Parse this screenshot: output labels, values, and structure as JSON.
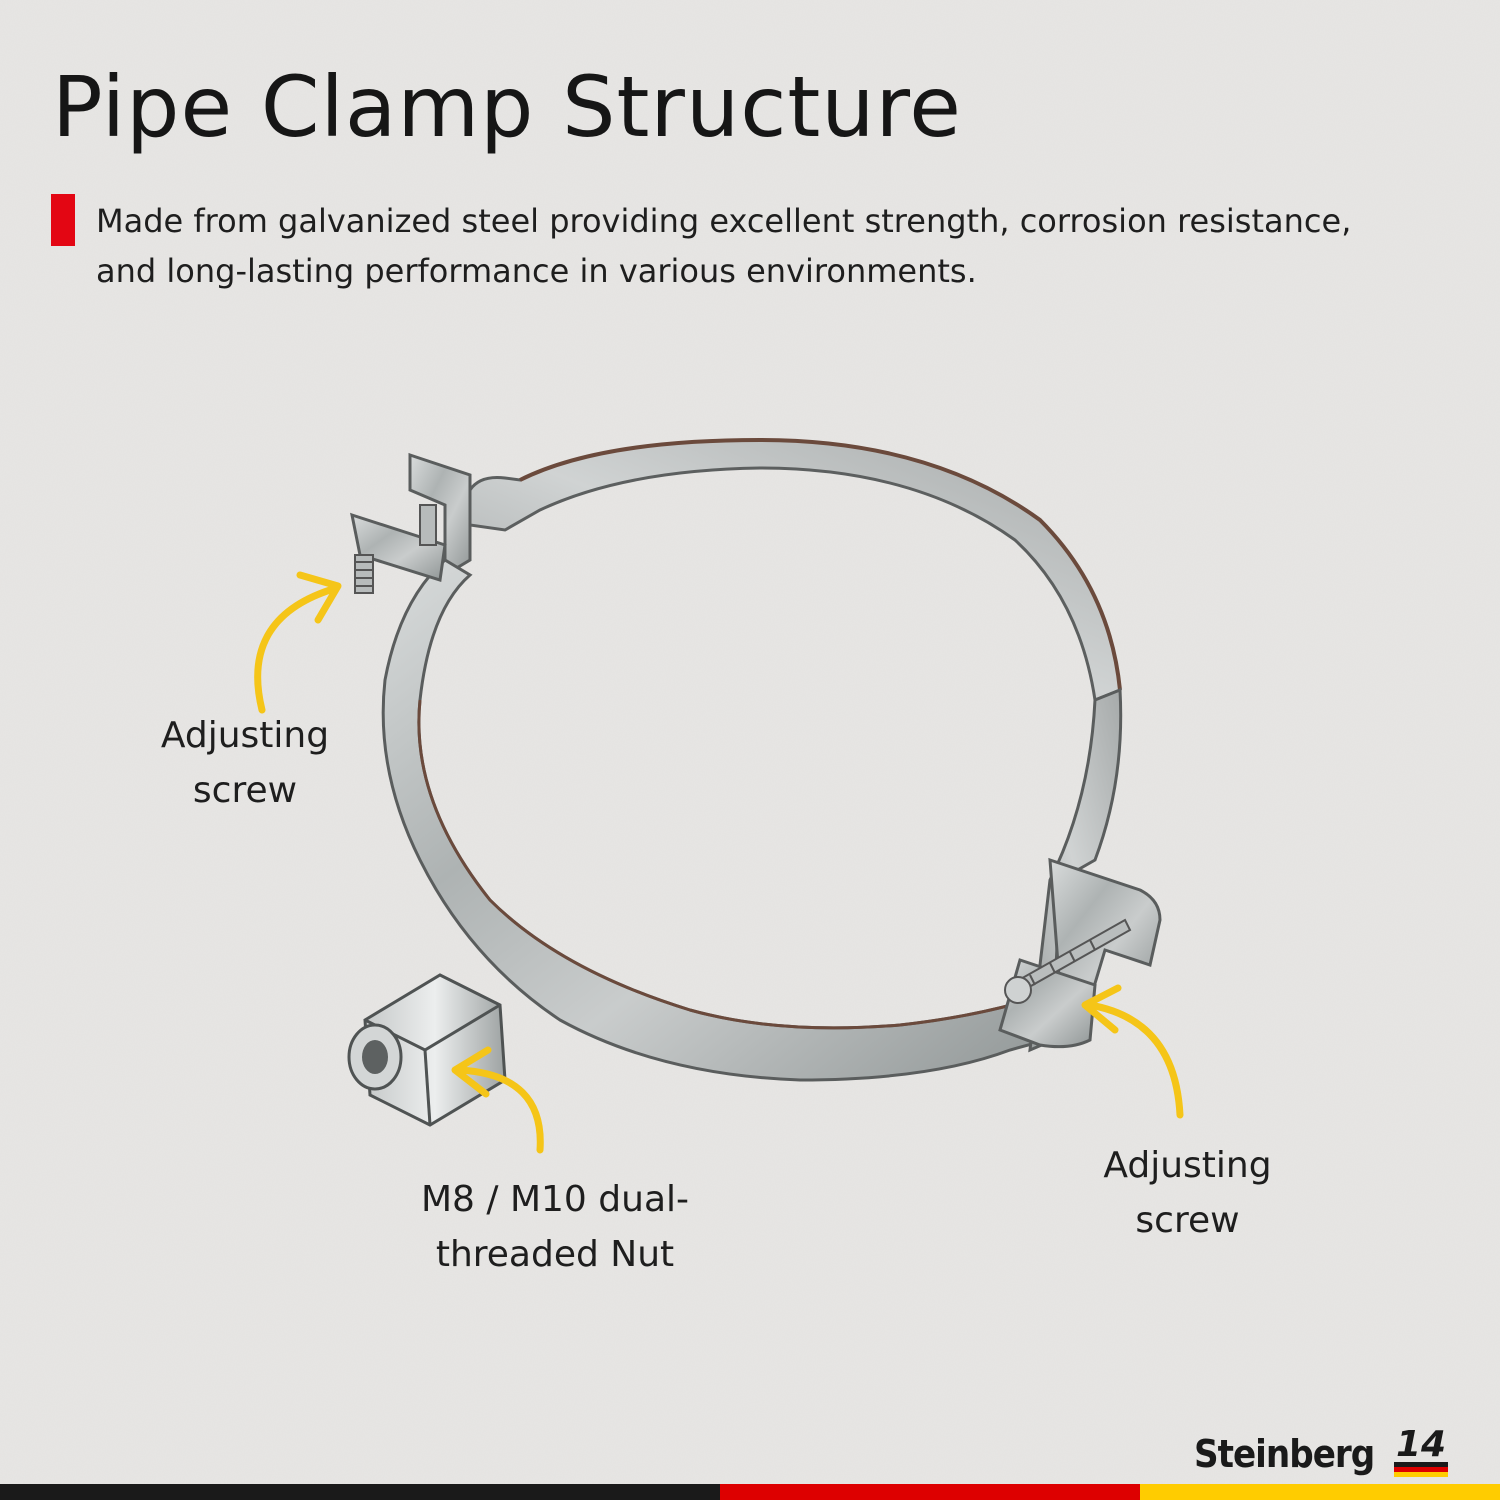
{
  "header": {
    "title": "Pipe Clamp Structure",
    "description": "Made from galvanized steel providing excellent strength, corrosion resistance, and long-lasting performance in various environments."
  },
  "callouts": {
    "left_screw": {
      "line1": "Adjusting",
      "line2": "screw"
    },
    "nut": {
      "line1": "M8 / M10 dual-",
      "line2": "threaded Nut"
    },
    "right_screw": {
      "line1": "Adjusting",
      "line2": "screw"
    }
  },
  "brand": {
    "name": "Steinberg",
    "mark": "14"
  },
  "colors": {
    "accent_red": "#e30613",
    "arrow_yellow": "#f5c518",
    "flag_black": "#1a1a1a",
    "flag_red": "#dd0000",
    "flag_gold": "#ffcc00",
    "background": "#e7e6e4"
  }
}
